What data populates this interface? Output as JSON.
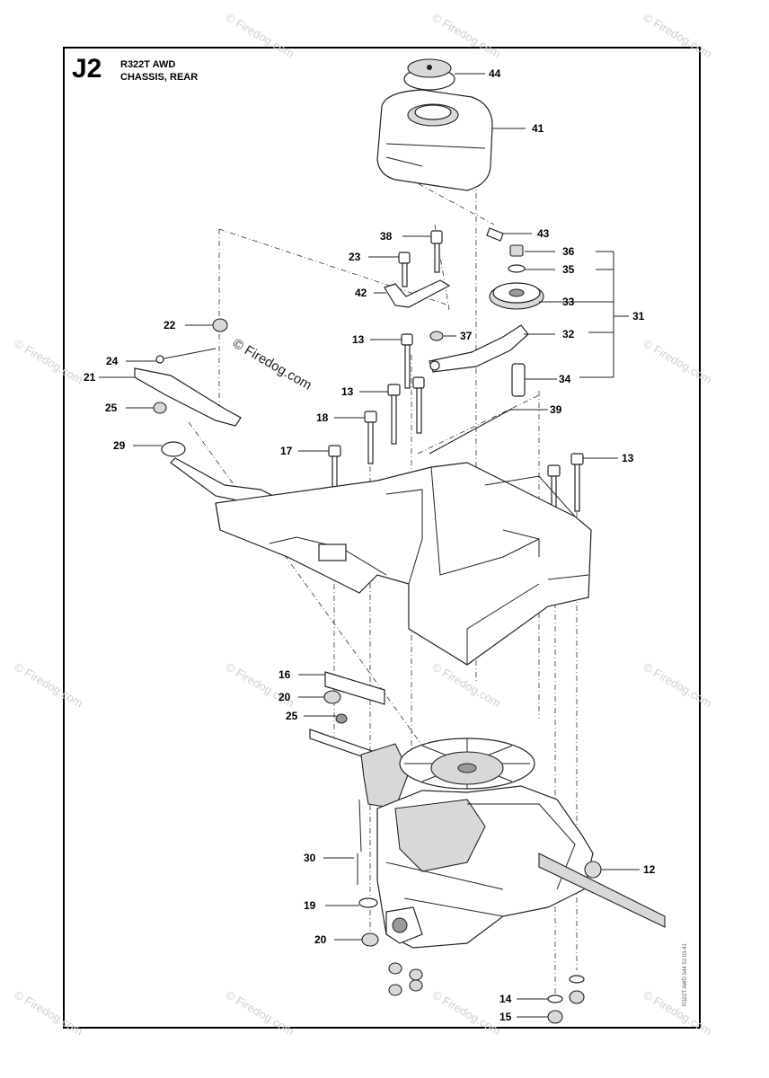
{
  "header": {
    "page_code": "J2",
    "model": "R322T AWD",
    "section": "CHASSIS, REAR"
  },
  "watermark": {
    "text": "© Firedog.com",
    "center_text": "© Firedog.com"
  },
  "side_code": "R322T AWD 544 51 03-41",
  "callouts": [
    "44",
    "41",
    "43",
    "38",
    "23",
    "36",
    "35",
    "42",
    "33",
    "31",
    "22",
    "37",
    "13",
    "32",
    "24",
    "21",
    "34",
    "13",
    "25",
    "18",
    "39",
    "29",
    "17",
    "13",
    "16",
    "20",
    "25",
    "30",
    "12",
    "19",
    "20",
    "14",
    "15"
  ],
  "colors": {
    "line": "#222222",
    "watermark": "#cfcfcf",
    "background": "#ffffff"
  }
}
